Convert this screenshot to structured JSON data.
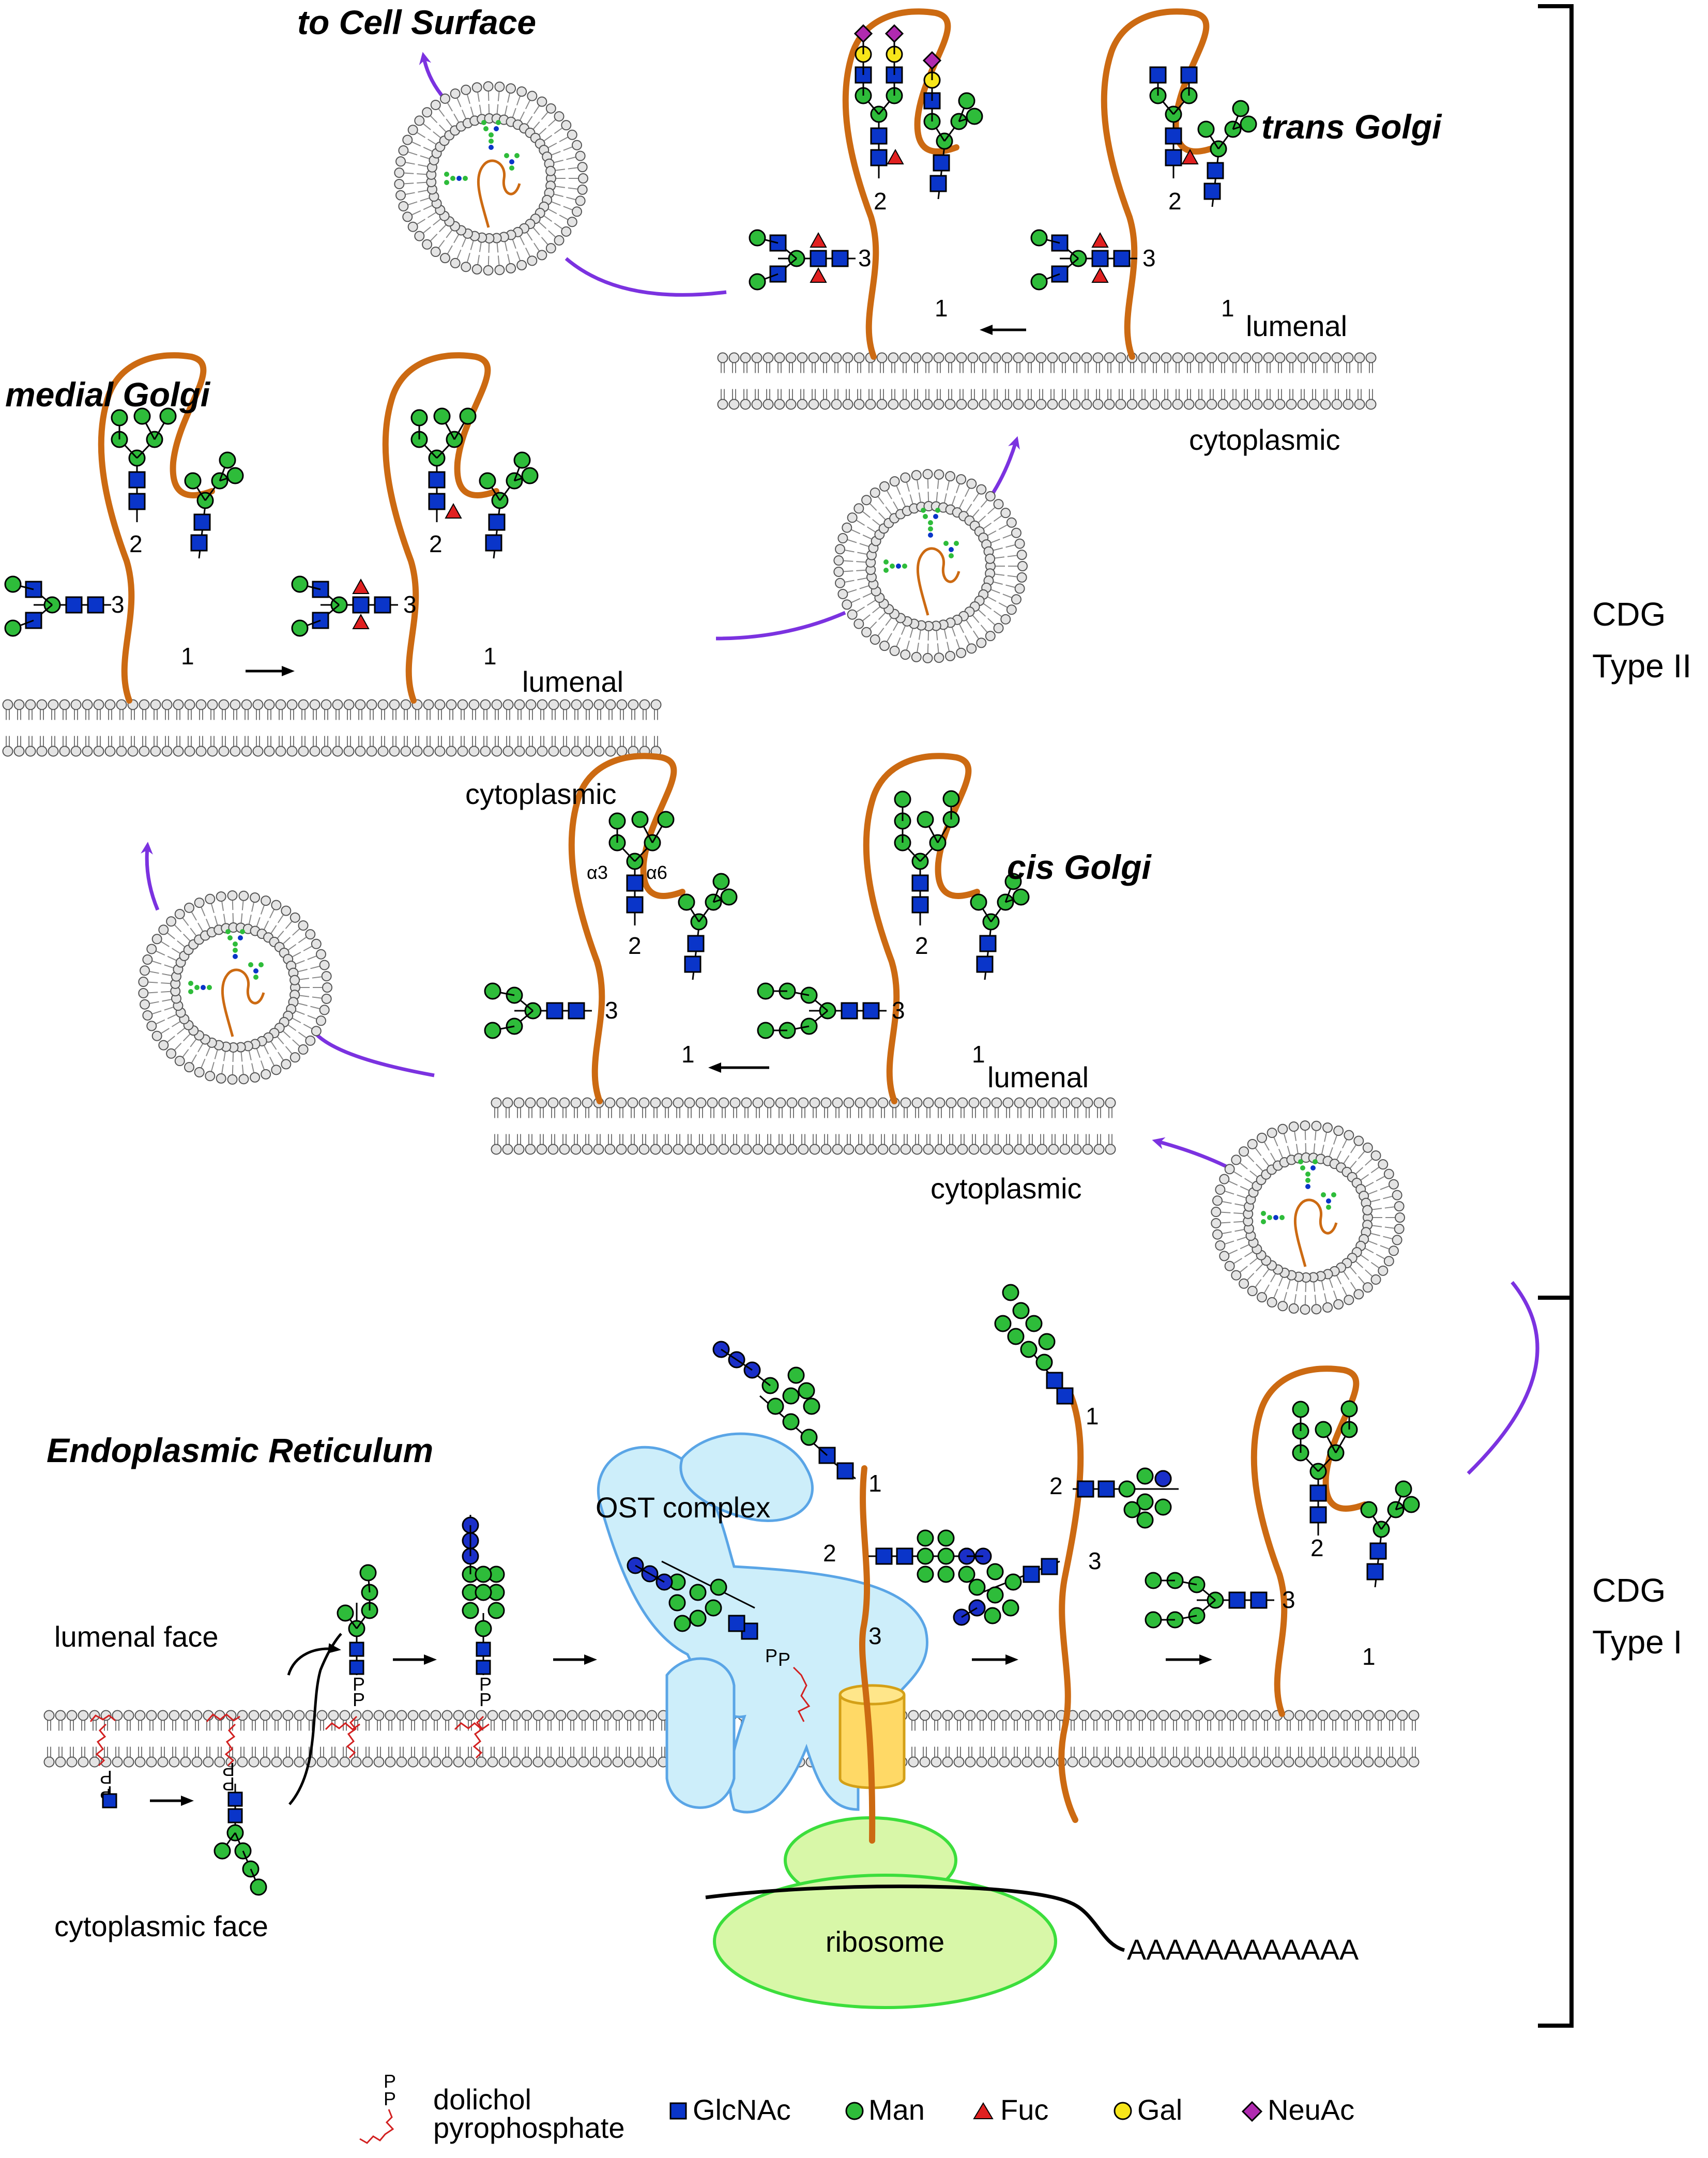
{
  "titles": {
    "cell_surface": "to Cell Surface",
    "trans_golgi": "trans Golgi",
    "medial_golgi": "medial Golgi",
    "cis_golgi": "cis Golgi",
    "er": "Endoplasmic Reticulum"
  },
  "labels": {
    "lumenal": "lumenal",
    "cytoplasmic": "cytoplasmic",
    "lumenal_face": "lumenal face",
    "cytoplasmic_face": "cytoplasmic face",
    "ost_complex": "OST complex",
    "ribosome": "ribosome",
    "polya": "AAAAAAAAAAAA",
    "alpha3": "α3",
    "alpha6": "α6",
    "p": "P"
  },
  "site_numbers": [
    "1",
    "2",
    "3"
  ],
  "brackets": {
    "type2_line1": "CDG",
    "type2_line2": "Type II",
    "type1_line1": "CDG",
    "type1_line2": "Type I"
  },
  "legend": {
    "dolichol_line1": "dolichol",
    "dolichol_line2": "pyrophosphate",
    "glcnac": "GlcNAc",
    "man": "Man",
    "fuc": "Fuc",
    "gal": "Gal",
    "neuac": "NeuAc"
  },
  "colors": {
    "protein": "#cc6a12",
    "glcnac": "#0a35c9",
    "mannose": "#2ebc3a",
    "fucose": "#e02020",
    "galactose": "#f7e61a",
    "neuac": "#b02ab0",
    "trafficking_arrow": "#7b32e0",
    "ost_complex": "#cdeefa",
    "ribosome": "#d8f7a8",
    "translocon": "#ffd966"
  }
}
